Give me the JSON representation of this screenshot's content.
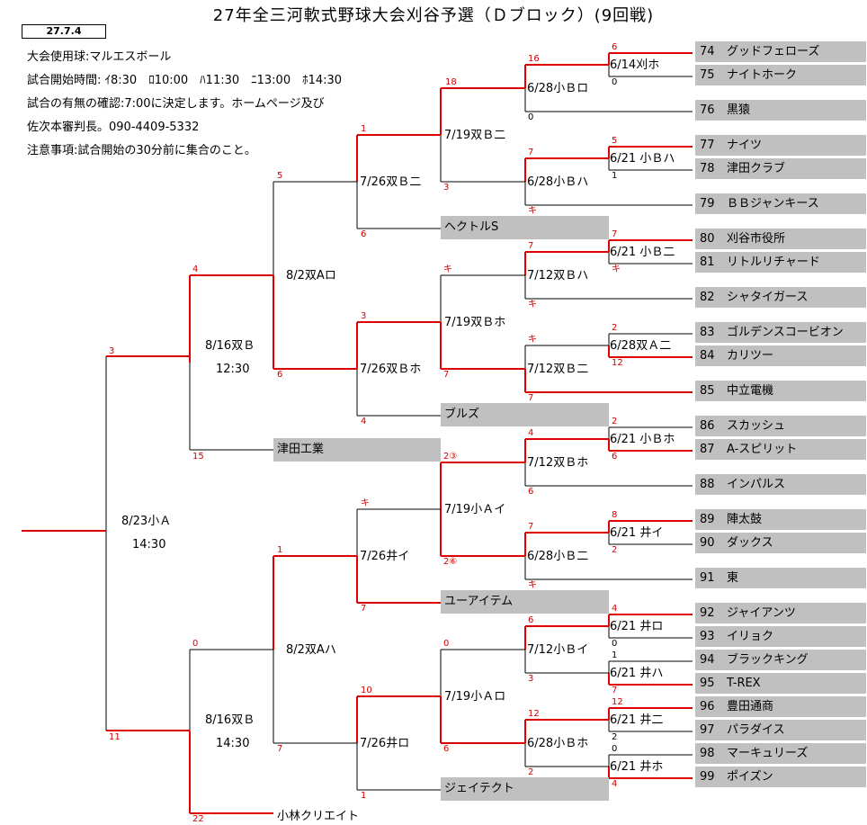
{
  "title": "27年全三河軟式野球大会刈谷予選（Ｄブロック）(9回戦)",
  "date_box": "27.7.4",
  "info": [
    "大会使用球:マルエスボール",
    "試合開始時間: ｲ8:30　ﾛ10:00　ﾊ11:30　ﾆ13:00　ﾎ14:30",
    "試合の有無の確認:7:00に決定します。ホームページ及び",
    "佐次本審判長。090-4409-5332",
    "注意事項:試合開始の30分前に集合のこと。"
  ],
  "teams": [
    {
      "no": "74",
      "name": "グッドフェローズ"
    },
    {
      "no": "75",
      "name": "ナイトホーク"
    },
    {
      "no": "76",
      "name": "黒猿"
    },
    {
      "no": "77",
      "name": "ナイツ"
    },
    {
      "no": "78",
      "name": "津田クラブ"
    },
    {
      "no": "79",
      "name": "ＢＢジャンキース"
    },
    {
      "no": "80",
      "name": "刈谷市役所"
    },
    {
      "no": "81",
      "name": "リトルリチャード"
    },
    {
      "no": "82",
      "name": "シャタイガース"
    },
    {
      "no": "83",
      "name": "ゴルデンスコービオン"
    },
    {
      "no": "84",
      "name": "カリツー"
    },
    {
      "no": "85",
      "name": "中立電機"
    },
    {
      "no": "86",
      "name": "スカッシュ"
    },
    {
      "no": "87",
      "name": "A-スピリット"
    },
    {
      "no": "88",
      "name": "インパルス"
    },
    {
      "no": "89",
      "name": "陣太鼓"
    },
    {
      "no": "90",
      "name": "ダックス"
    },
    {
      "no": "91",
      "name": "東"
    },
    {
      "no": "92",
      "name": "ジャイアンツ"
    },
    {
      "no": "93",
      "name": "イリョク"
    },
    {
      "no": "94",
      "name": "ブラックキング"
    },
    {
      "no": "95",
      "name": "T-REX"
    },
    {
      "no": "96",
      "name": "豊田通商"
    },
    {
      "no": "97",
      "name": "パラダイス"
    },
    {
      "no": "98",
      "name": "マーキュリーズ"
    },
    {
      "no": "99",
      "name": "ポイズン"
    }
  ],
  "seeds": {
    "hector": "ヘクトルS",
    "bulls": "ブルズ",
    "tsuda": "津田工業",
    "uitem": "ユーアイテム",
    "jaytect": "ジェイテクト",
    "kobayashi": "小林クリエイト"
  },
  "games": {
    "r1_1": "6/14刈ホ",
    "r1_2": "6/21 小Ｂハ",
    "r1_3": "6/21 小Ｂ二",
    "r1_4": "6/28双Ａ二",
    "r1_5": "6/21 小Ｂホ",
    "r1_6": "6/21 井イ",
    "r1_7": "6/21 井ロ",
    "r1_8": "6/21 井ハ",
    "r1_9": "6/21 井二",
    "r1_10": "6/21 井ホ",
    "r2_1": "6/28小Ｂロ",
    "r2_2": "6/28小Ｂハ",
    "r2_3": "7/12双Ｂハ",
    "r2_4": "7/12双Ｂ二",
    "r2_5": "7/12双Ｂホ",
    "r2_6": "6/28小Ｂ二",
    "r2_7": "7/12小Ｂイ",
    "r2_8": "6/28小Ｂホ",
    "r3_1": "7/19双Ｂ二",
    "r3_2": "7/19双Ｂホ",
    "r3_3": "7/19小Ａイ",
    "r3_4": "7/19小Ａロ",
    "r4_1": "7/26双Ｂ二",
    "r4_2": "7/26双Ｂホ",
    "r4_3": "7/26井イ",
    "r4_4": "7/26井ロ",
    "r5_1": "8/2双Aロ",
    "r5_2": "8/2双Aハ",
    "r6_1": "8/16双Ｂ",
    "r6_1_time": "12:30",
    "r6_2": "8/16双Ｂ",
    "r6_2_time": "14:30",
    "final": "8/23小Ａ",
    "final_time": "14:30"
  },
  "scores": {
    "s74": "6",
    "s75": "0",
    "s1_1a": "16",
    "s1_1b": "0",
    "s77": "5",
    "s78": "1",
    "s2_2a": "7",
    "s2_2b": "キ",
    "s80": "7",
    "s81": "キ",
    "s3a": "7",
    "s3b": "キ",
    "s83": "2",
    "s84": "12",
    "s4a": "キ",
    "s4b": "7",
    "s86": "2",
    "s87": "6",
    "s5a": "4",
    "s5b": "6",
    "s89": "8",
    "s90": "2",
    "s6a": "7",
    "s6b": "キ",
    "s92": "4",
    "s93": "0",
    "s94": "1",
    "s95": "7",
    "s7a": "6",
    "s7b": "3",
    "s96": "12",
    "s97": "2",
    "s98": "0",
    "s99": "4",
    "s8a": "12",
    "s8b": "2",
    "q1a": "18",
    "q1b": "3",
    "q2a": "キ",
    "q2b": "7",
    "q3a": "2③",
    "q3b": "2⑥",
    "q4a": "0",
    "q4b": "6",
    "f1a": "1",
    "f1b": "6",
    "f2a": "3",
    "f2b": "4",
    "f3a": "キ",
    "f3b": "7",
    "f4a": "10",
    "f4b": "1",
    "h1a": "5",
    "h1b": "6",
    "h2a": "1",
    "h2b": "7",
    "g1a": "4",
    "g1b": "15",
    "g2a": "0",
    "g2b": "22",
    "z1": "3",
    "z2": "11"
  }
}
